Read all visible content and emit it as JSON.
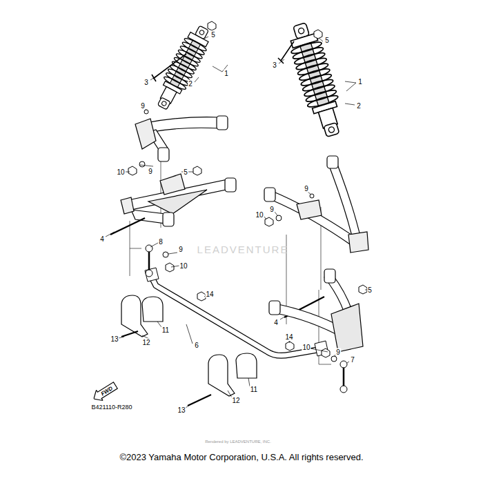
{
  "diagram": {
    "nodes": [
      {
        "text": [
          "FWD"
        ]
      }
    ],
    "labels": [
      "5",
      "1",
      "2",
      "3",
      "5",
      "3",
      "1",
      "2",
      "9",
      "10",
      "9",
      "5",
      "4",
      "9",
      "9",
      "10",
      "LEADVENTURE",
      "8",
      "9",
      "10",
      "5",
      "14",
      "4",
      "11",
      "14",
      "12",
      "13",
      "6",
      "10",
      "9",
      "7",
      "11",
      "12",
      "B421110-R280",
      "13",
      "Rendered by LEADVENTURE, INC.",
      "©2023 Yamaha Motor Corporation, U.S.A. All rights reserved."
    ]
  }
}
